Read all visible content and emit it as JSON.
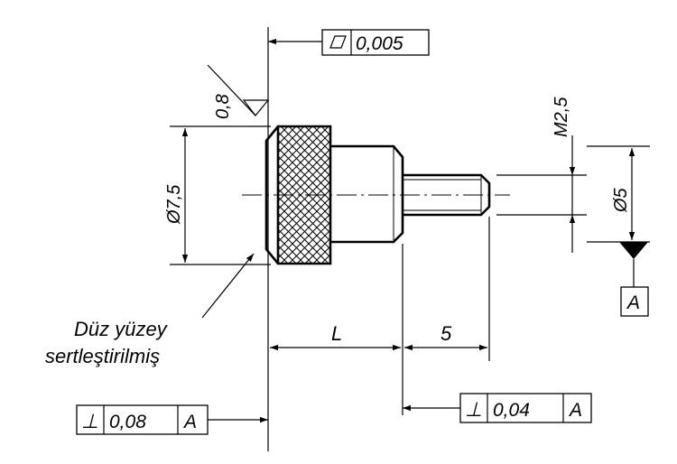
{
  "labels": {
    "flatness": "0,005",
    "roughness": "0,8",
    "thread": "M2,5",
    "diameter_head": "Ø7,5",
    "diameter_body": "Ø5",
    "datum_letter": "A",
    "note_line1": "Düz yüzey",
    "note_line2": "sertleştirilmiş",
    "length_L": "L",
    "length_5": "5",
    "perp_tol_bottom": "0,08",
    "perp_datum_bottom": "A",
    "perp_tol_right": "0,04",
    "perp_datum_right": "A"
  },
  "symbols": {
    "flatness": "flatness-parallelogram-icon",
    "perpendicularity": "⊥",
    "datum": "datum-triangle-icon"
  }
}
